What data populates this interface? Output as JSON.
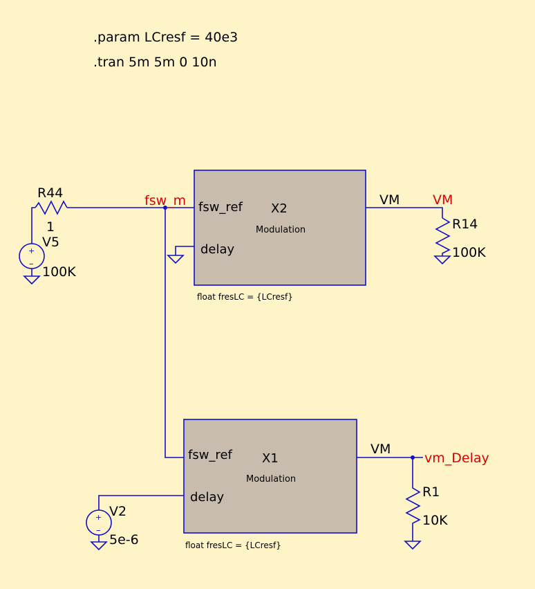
{
  "directives": {
    "param": ".param LCresf = 40e3",
    "tran": ".tran 5m 5m 0 10n"
  },
  "blocks": {
    "x2": {
      "name": "X2",
      "model": "Modulation",
      "pin_top_in": "fsw_ref",
      "pin_bottom_in": "delay",
      "pin_out": "VM",
      "param": "float fresLC = {LCresf}"
    },
    "x1": {
      "name": "X1",
      "model": "Modulation",
      "pin_top_in": "fsw_ref",
      "pin_bottom_in": "delay",
      "pin_out": "VM",
      "param": "float fresLC = {LCresf}"
    }
  },
  "components": {
    "r44": {
      "name": "R44",
      "value": "1"
    },
    "v5": {
      "name": "V5",
      "value": "100K"
    },
    "r14": {
      "name": "R14",
      "value": "100K"
    },
    "r1": {
      "name": "R1",
      "value": "10K"
    },
    "v2": {
      "name": "V2",
      "value": "5e-6"
    }
  },
  "nets": {
    "fsw_m": "fsw_m",
    "vm": "VM",
    "vm_delay": "vm_Delay"
  },
  "colors": {
    "background": "#fff3c8",
    "wire": "#1010cc",
    "block_fill": "#c8bcae",
    "net_label": "#e00000"
  }
}
